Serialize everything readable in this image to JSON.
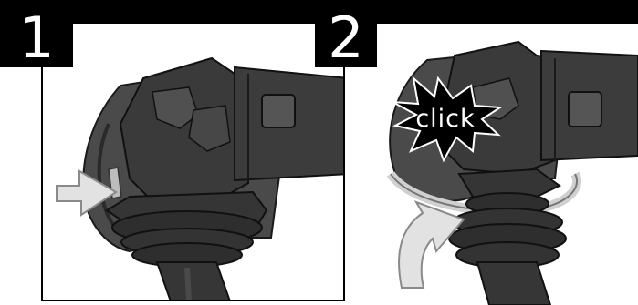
{
  "steps": [
    {
      "number": "1"
    },
    {
      "number": "2",
      "callout": "click"
    }
  ],
  "icons": [
    "arrow-icon",
    "rotation-arrow-icon",
    "burst-icon"
  ],
  "colors": {
    "background": "#ffffff",
    "frame": "#000000",
    "tool_body": "#3a3a3a",
    "tool_highlight": "#5a5a5a",
    "guard": "#4a4a4a",
    "arrow_fill": "#e2e2e2",
    "arrow_stroke": "#8a8a8a"
  }
}
